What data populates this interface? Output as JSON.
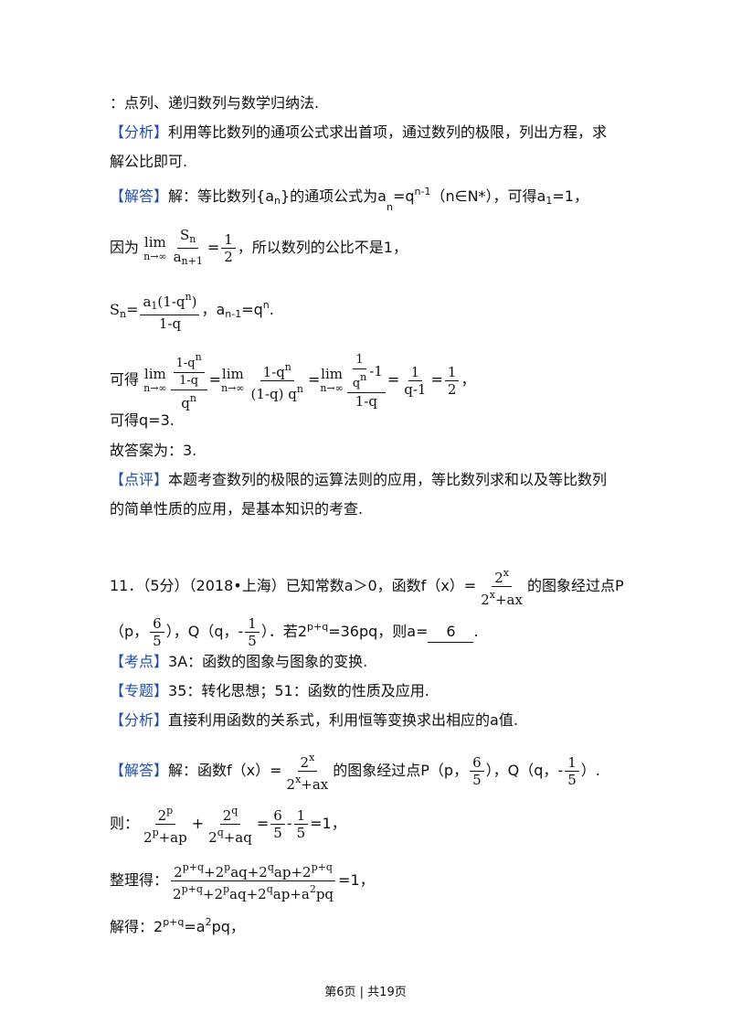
{
  "p1": {
    "l1": "：点列、递归数列与数学归纳法.",
    "tag_analysis": "【分析】",
    "l2a": "利用等比数列的通项公式求出首项，通过数列的极限，列出方程，求",
    "l2b": "解公比即可.",
    "tag_answer": "【解答】",
    "l3_pre": "解：等比数列{a",
    "l3_mid": "}的通项公式为a",
    "l3_eq": "=q",
    "l3_exp": "n-1",
    "l3_tail": "（n∈N*），可得a",
    "l3_end": "=1，",
    "l4_pre": "因为",
    "l4_post": "，所以数列的公比不是1，",
    "l5_post": "，a",
    "l5_sub": "n-1",
    "l5_end": "=q",
    "l5_fin": ".",
    "l6_pre": "可得",
    "l6_end": "，",
    "l7": "可得q=3.",
    "l8": "故答案为：3.",
    "tag_comment": "【点评】",
    "l9a": "本题考查数列的极限的运算法则的应用，等比数列求和以及等比数列",
    "l9b": "的简单性质的应用，是基本知识的考查."
  },
  "p2": {
    "q_pre": "11．（5分）（2018•上海）已知常数a＞0，函数f（x）=",
    "q_post": "的图象经过点P",
    "q2_a": "（p，",
    "q2_b": "），Q（q，",
    "q2_c": "）．若2",
    "q2_exp": "p+q",
    "q2_d": "=36pq，则a=",
    "q2_ans": "6",
    "q2_e": ".",
    "tag_point": "【考点】",
    "k1": "3A：函数的图象与图象的变换.",
    "tag_topic": "【专题】",
    "k2": "35：转化思想；51：函数的性质及应用.",
    "tag_analysis": "【分析】",
    "k3": "直接利用函数的关系式，利用恒等变换求出相应的a值.",
    "tag_answer": "【解答】",
    "s1_pre": "解：函数f（x）=",
    "s1_mid": "的图象经过点P（p，",
    "s1_mid2": "），Q（q，",
    "s1_end": "）.",
    "s2_pre": "则：",
    "s2_end": "=1，",
    "s3_pre": "整理得：",
    "s3_end": "=1，",
    "s4_pre": "解得：2",
    "s4_exp": "p+q",
    "s4_mid": "=a",
    "s4_exp2": "2",
    "s4_end": "pq，"
  },
  "footer": "第6页 | 共19页"
}
